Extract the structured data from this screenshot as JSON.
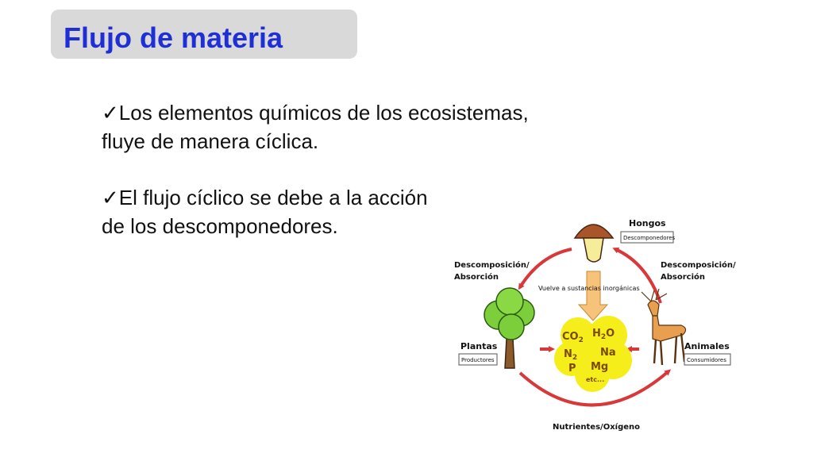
{
  "slide": {
    "title": "Flujo de materia",
    "bullets": [
      {
        "check": "✓",
        "line1": "Los elementos químicos de los ecosistemas,",
        "line2": "fluye de  manera cíclica."
      },
      {
        "check": "✓",
        "line1": "El flujo cíclico se debe a la acción",
        "line2": "de los  descomponedores."
      }
    ]
  },
  "diagram": {
    "hongos_label": "Hongos",
    "hongos_role": "Descomponedores",
    "left_arrow_label_1": "Descomposición/",
    "left_arrow_label_2": "Absorción",
    "right_arrow_label_1": "Descomposición/",
    "right_arrow_label_2": "Absorción",
    "center_label": "Vuelve a sustancias inorgánicas",
    "plantas_label": "Plantas",
    "plantas_role": "Productores",
    "animales_label": "Animales",
    "animales_role": "Consumidores",
    "bottom_label": "Nutrientes/Oxígeno",
    "chem_co2": "CO",
    "chem_co2_sub": "2",
    "chem_h2o_h": "H",
    "chem_h2o_sub": "2",
    "chem_h2o_o": "O",
    "chem_n2": "N",
    "chem_n2_sub": "2",
    "chem_na": "Na",
    "chem_p": "P",
    "chem_mg": "Mg",
    "chem_etc": "etc...",
    "colors": {
      "arrow": "#d9383a",
      "cloud": "#f6ee1a",
      "down_arrow": "#f7c27a",
      "title": "#1f2fd6"
    },
    "icons": [
      "mushroom-icon",
      "tree-icon",
      "deer-icon"
    ]
  }
}
